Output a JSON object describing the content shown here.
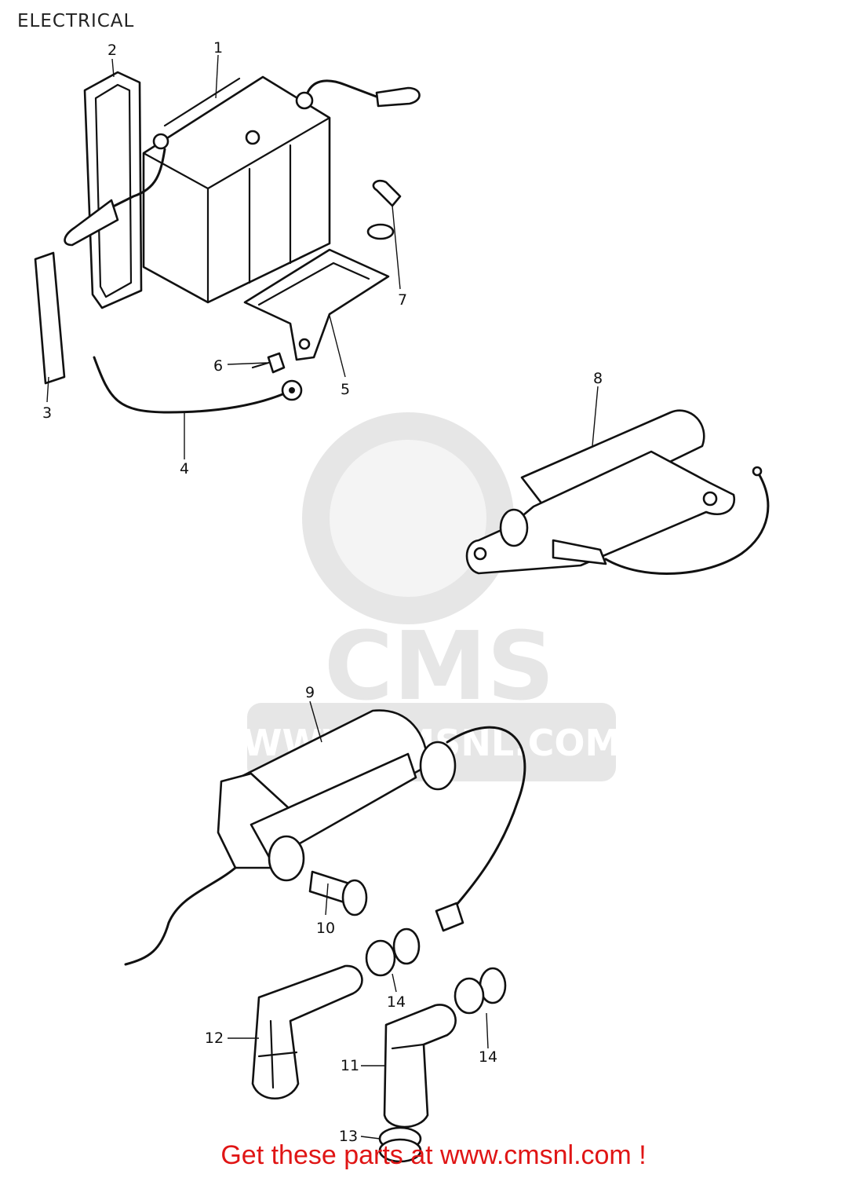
{
  "title": "ELECTRICAL",
  "watermark": {
    "brand": "CMS",
    "url": "WWW.CMSNL.COM"
  },
  "callouts": [
    {
      "id": "1",
      "text": "1"
    },
    {
      "id": "2",
      "text": "2"
    },
    {
      "id": "3",
      "text": "3"
    },
    {
      "id": "4",
      "text": "4"
    },
    {
      "id": "5",
      "text": "5"
    },
    {
      "id": "6",
      "text": "6"
    },
    {
      "id": "7",
      "text": "7"
    },
    {
      "id": "8",
      "text": "8"
    },
    {
      "id": "9",
      "text": "9"
    },
    {
      "id": "10",
      "text": "10"
    },
    {
      "id": "11",
      "text": "11"
    },
    {
      "id": "12",
      "text": "12"
    },
    {
      "id": "13",
      "text": "13"
    },
    {
      "id": "14a",
      "text": "14"
    },
    {
      "id": "14b",
      "text": "14"
    }
  ],
  "footer": {
    "text": "Get these parts at www.cmsnl.com !",
    "color": "#e01515"
  }
}
